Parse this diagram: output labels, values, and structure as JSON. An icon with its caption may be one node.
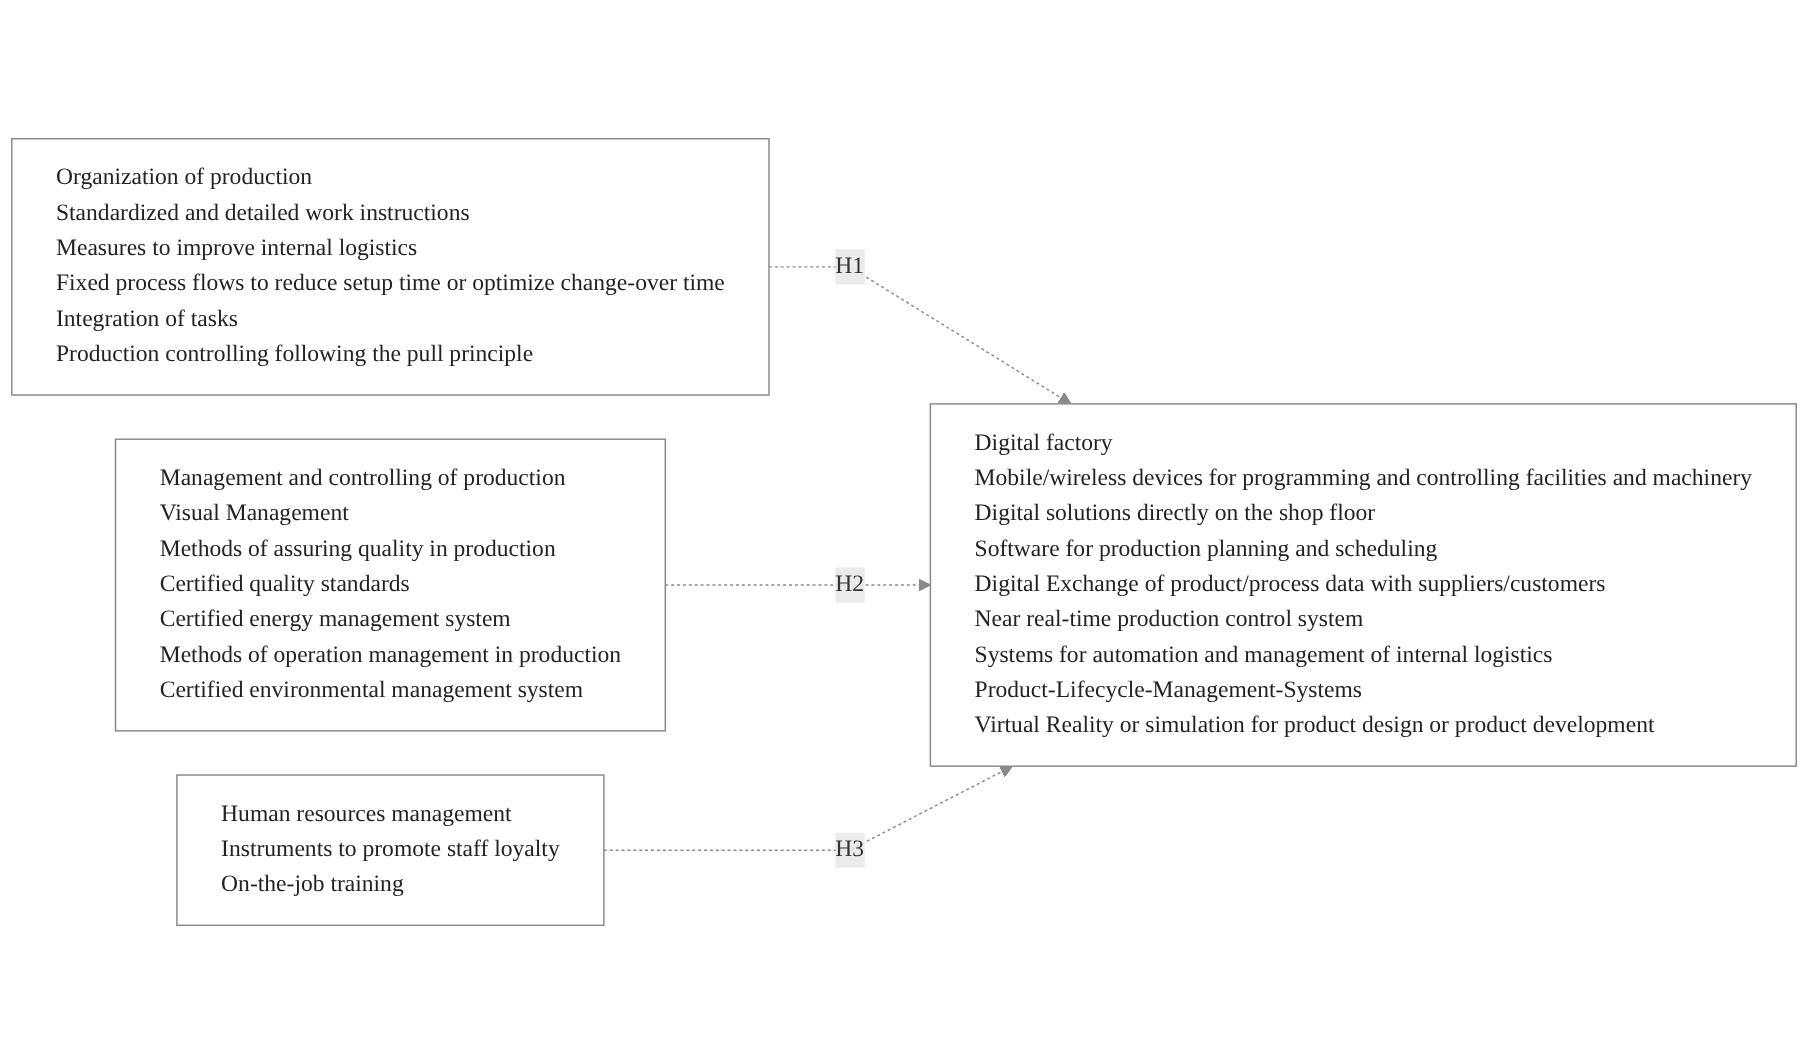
{
  "diagram": {
    "nodes": [
      {
        "text": [
          "Organization of production",
          "Standardized and detailed work instructions",
          "Measures to improve internal logistics",
          "Fixed process flows to reduce setup time or optimize change-over time",
          "Integration of tasks",
          "Production controlling following the pull principle"
        ]
      },
      {
        "text": [
          "Management and controlling of production",
          "Visual Management",
          "Methods of assuring quality in production",
          "Certified quality standards",
          "Certified energy management system",
          "Methods of operation management in production",
          "Certified environmental management system"
        ]
      },
      {
        "text": [
          "Human resources management",
          "Instruments to promote staff loyalty",
          "On-the-job training"
        ]
      },
      {
        "text": [
          "Digital factory",
          "Mobile/wireless devices for programming and controlling facilities and machinery",
          "Digital solutions directly on the shop floor",
          "Software for production planning and scheduling",
          "Digital Exchange of product/process data with suppliers/customers",
          "Near real-time production control system",
          "Systems for automation and management of internal logistics",
          "Product-Lifecycle-Management-Systems",
          "Virtual Reality or simulation for product design or product development"
        ]
      }
    ],
    "edges": [
      {
        "from": 0,
        "to": 3,
        "arrow": "to",
        "label": "H1",
        "style": "dashed"
      },
      {
        "from": 1,
        "to": 3,
        "arrow": "to",
        "label": "H2",
        "style": "dashed"
      },
      {
        "from": 2,
        "to": 3,
        "arrow": "to",
        "label": "H3",
        "style": "dashed"
      }
    ]
  }
}
